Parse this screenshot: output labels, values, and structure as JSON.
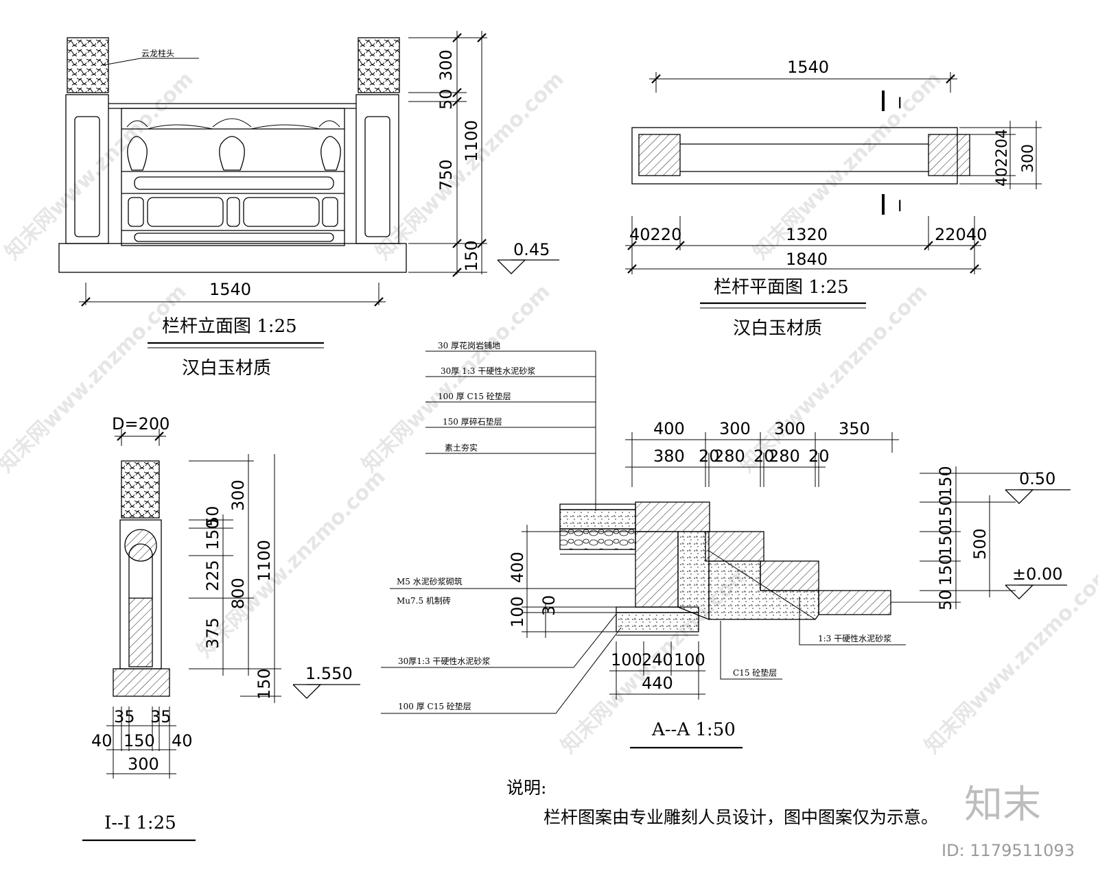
{
  "elevation": {
    "title": "栏杆立面图 1:25",
    "material": "汉白玉材质",
    "label_post_head": "云龙柱头",
    "dim_width": "1540",
    "dim_300": "300",
    "dim_50": "50",
    "dim_750": "750",
    "dim_1100": "1100",
    "dim_150": "150",
    "level": "0.45"
  },
  "plan": {
    "title": "栏杆平面图 1:25",
    "material": "汉白玉材质",
    "dim_top": "1540",
    "dim_left": "40220",
    "dim_mid": "1320",
    "dim_right": "22040",
    "dim_total": "1840",
    "dim_side_a": "402204",
    "dim_side_b": "300",
    "section_mark": "I"
  },
  "section_i": {
    "title": "I--I 1:25",
    "dim_d": "D=200",
    "dim_300_top": "300",
    "dim_50": "50",
    "dim_150": "150",
    "dim_225": "225",
    "dim_800": "800",
    "dim_375": "375",
    "dim_1100": "1100",
    "dim_150_base": "150",
    "level": "1.550",
    "dim_35a": "35",
    "dim_35b": "35",
    "dim_40a": "40",
    "dim_150b": "150",
    "dim_40b": "40",
    "dim_300": "300"
  },
  "section_a": {
    "title": "A--A 1:50",
    "layers": [
      "30 厚花岗岩铺地",
      "30厚 1:3 干硬性水泥砂浆",
      "100 厚 C15 砼垫层",
      "150 厚碎石垫层",
      "素土夯实"
    ],
    "label_brick1": "M5 水泥砂浆砌筑",
    "label_brick2": "Mu7.5 机制砖",
    "label_mortar": "30厚1:3 干硬性水泥砂浆",
    "label_c15": "100 厚 C15 砼垫层",
    "label_mortar_r": "1:3 干硬性水泥砂浆",
    "label_c15_r": "C15 砼垫层",
    "top_dims": [
      "400",
      "300",
      "300",
      "350"
    ],
    "sub_dims": [
      "380",
      "20",
      "280",
      "20",
      "280",
      "20"
    ],
    "dim_400": "400",
    "dim_100": "100",
    "dim_30": "30",
    "bot_dims": [
      "100",
      "240",
      "100"
    ],
    "dim_440": "440",
    "right_dims": [
      "150",
      "150",
      "150",
      "150",
      "50"
    ],
    "dim_500": "500",
    "level_top": "0.50",
    "level_zero": "±0.00"
  },
  "notes": {
    "heading": "说明:",
    "body": "栏杆图案由专业雕刻人员设计，图中图案仅为示意。"
  },
  "watermark": {
    "text": "知末网www.znzmo.com",
    "brand": "知末",
    "id": "ID: 1179511093"
  }
}
